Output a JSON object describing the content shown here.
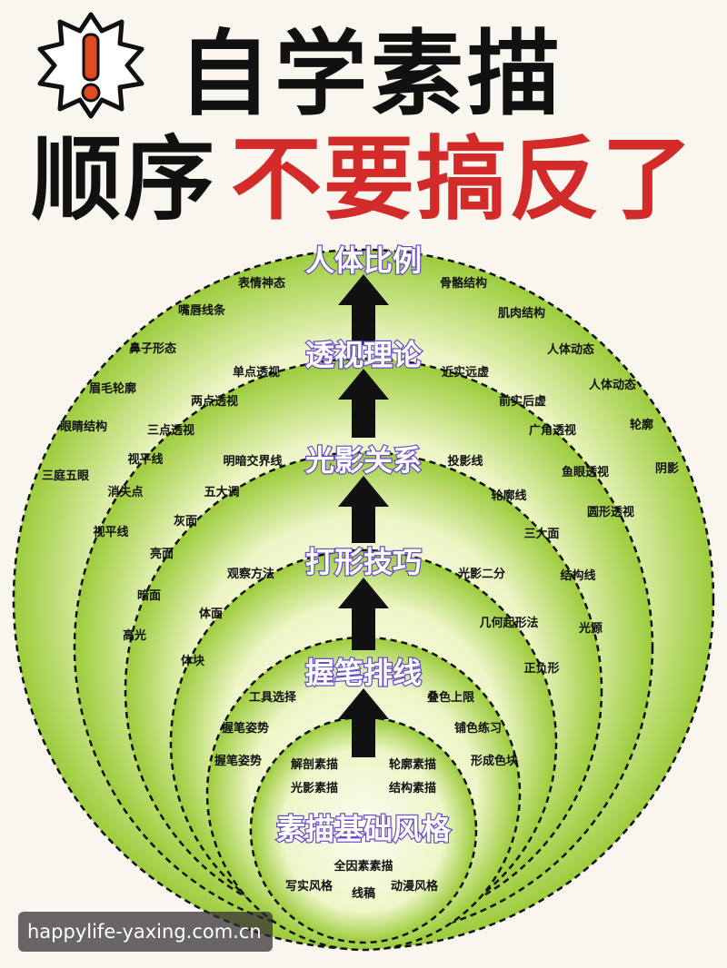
{
  "title": {
    "line1": "自学素描",
    "line2_prefix": "顺序",
    "line2_highlight": "不要搞反了",
    "colors": {
      "black": "#111111",
      "red": "#d32a2a"
    },
    "badge_icon": "exclamation-burst-icon"
  },
  "stages": [
    {
      "name": "人体比例"
    },
    {
      "name": "透视理论"
    },
    {
      "name": "光影关系"
    },
    {
      "name": "打形技巧"
    },
    {
      "name": "握笔排线"
    },
    {
      "name": "素描基础风格"
    }
  ],
  "ring_labels": {
    "human_proportion": [
      "表情神态",
      "骨骼结构",
      "嘴唇线条",
      "肌肉结构",
      "鼻子形态",
      "人体动态",
      "眉毛轮廓",
      "人体动态",
      "眼睛结构",
      "轮廓",
      "三庭五眼",
      "阴影"
    ],
    "perspective": [
      "单点透视",
      "近实远虚",
      "两点透视",
      "前实后虚",
      "三点透视",
      "广角透视",
      "视平线",
      "鱼眼透视",
      "消失点",
      "圆形透视",
      "视平线"
    ],
    "light_shadow": [
      "明暗交界线",
      "投影线",
      "五大调",
      "轮廓线",
      "灰面",
      "三大面",
      "亮面",
      "结构线",
      "暗面",
      "光源",
      "高光"
    ],
    "shaping": [
      "观察方法",
      "光影二分",
      "体面",
      "几何起形法",
      "体块",
      "正负形"
    ],
    "pen_hatching": [
      "工具选择",
      "叠色上限",
      "握笔姿势",
      "铺色练习",
      "握笔姿势",
      "形成色块"
    ],
    "basic_styles": [
      "解剖素描",
      "轮廓素描",
      "光影素描",
      "结构素描",
      "全因素素描",
      "写实风格",
      "线稿",
      "动漫风格"
    ]
  },
  "watermark": "happylife-yaxing.com.cn"
}
